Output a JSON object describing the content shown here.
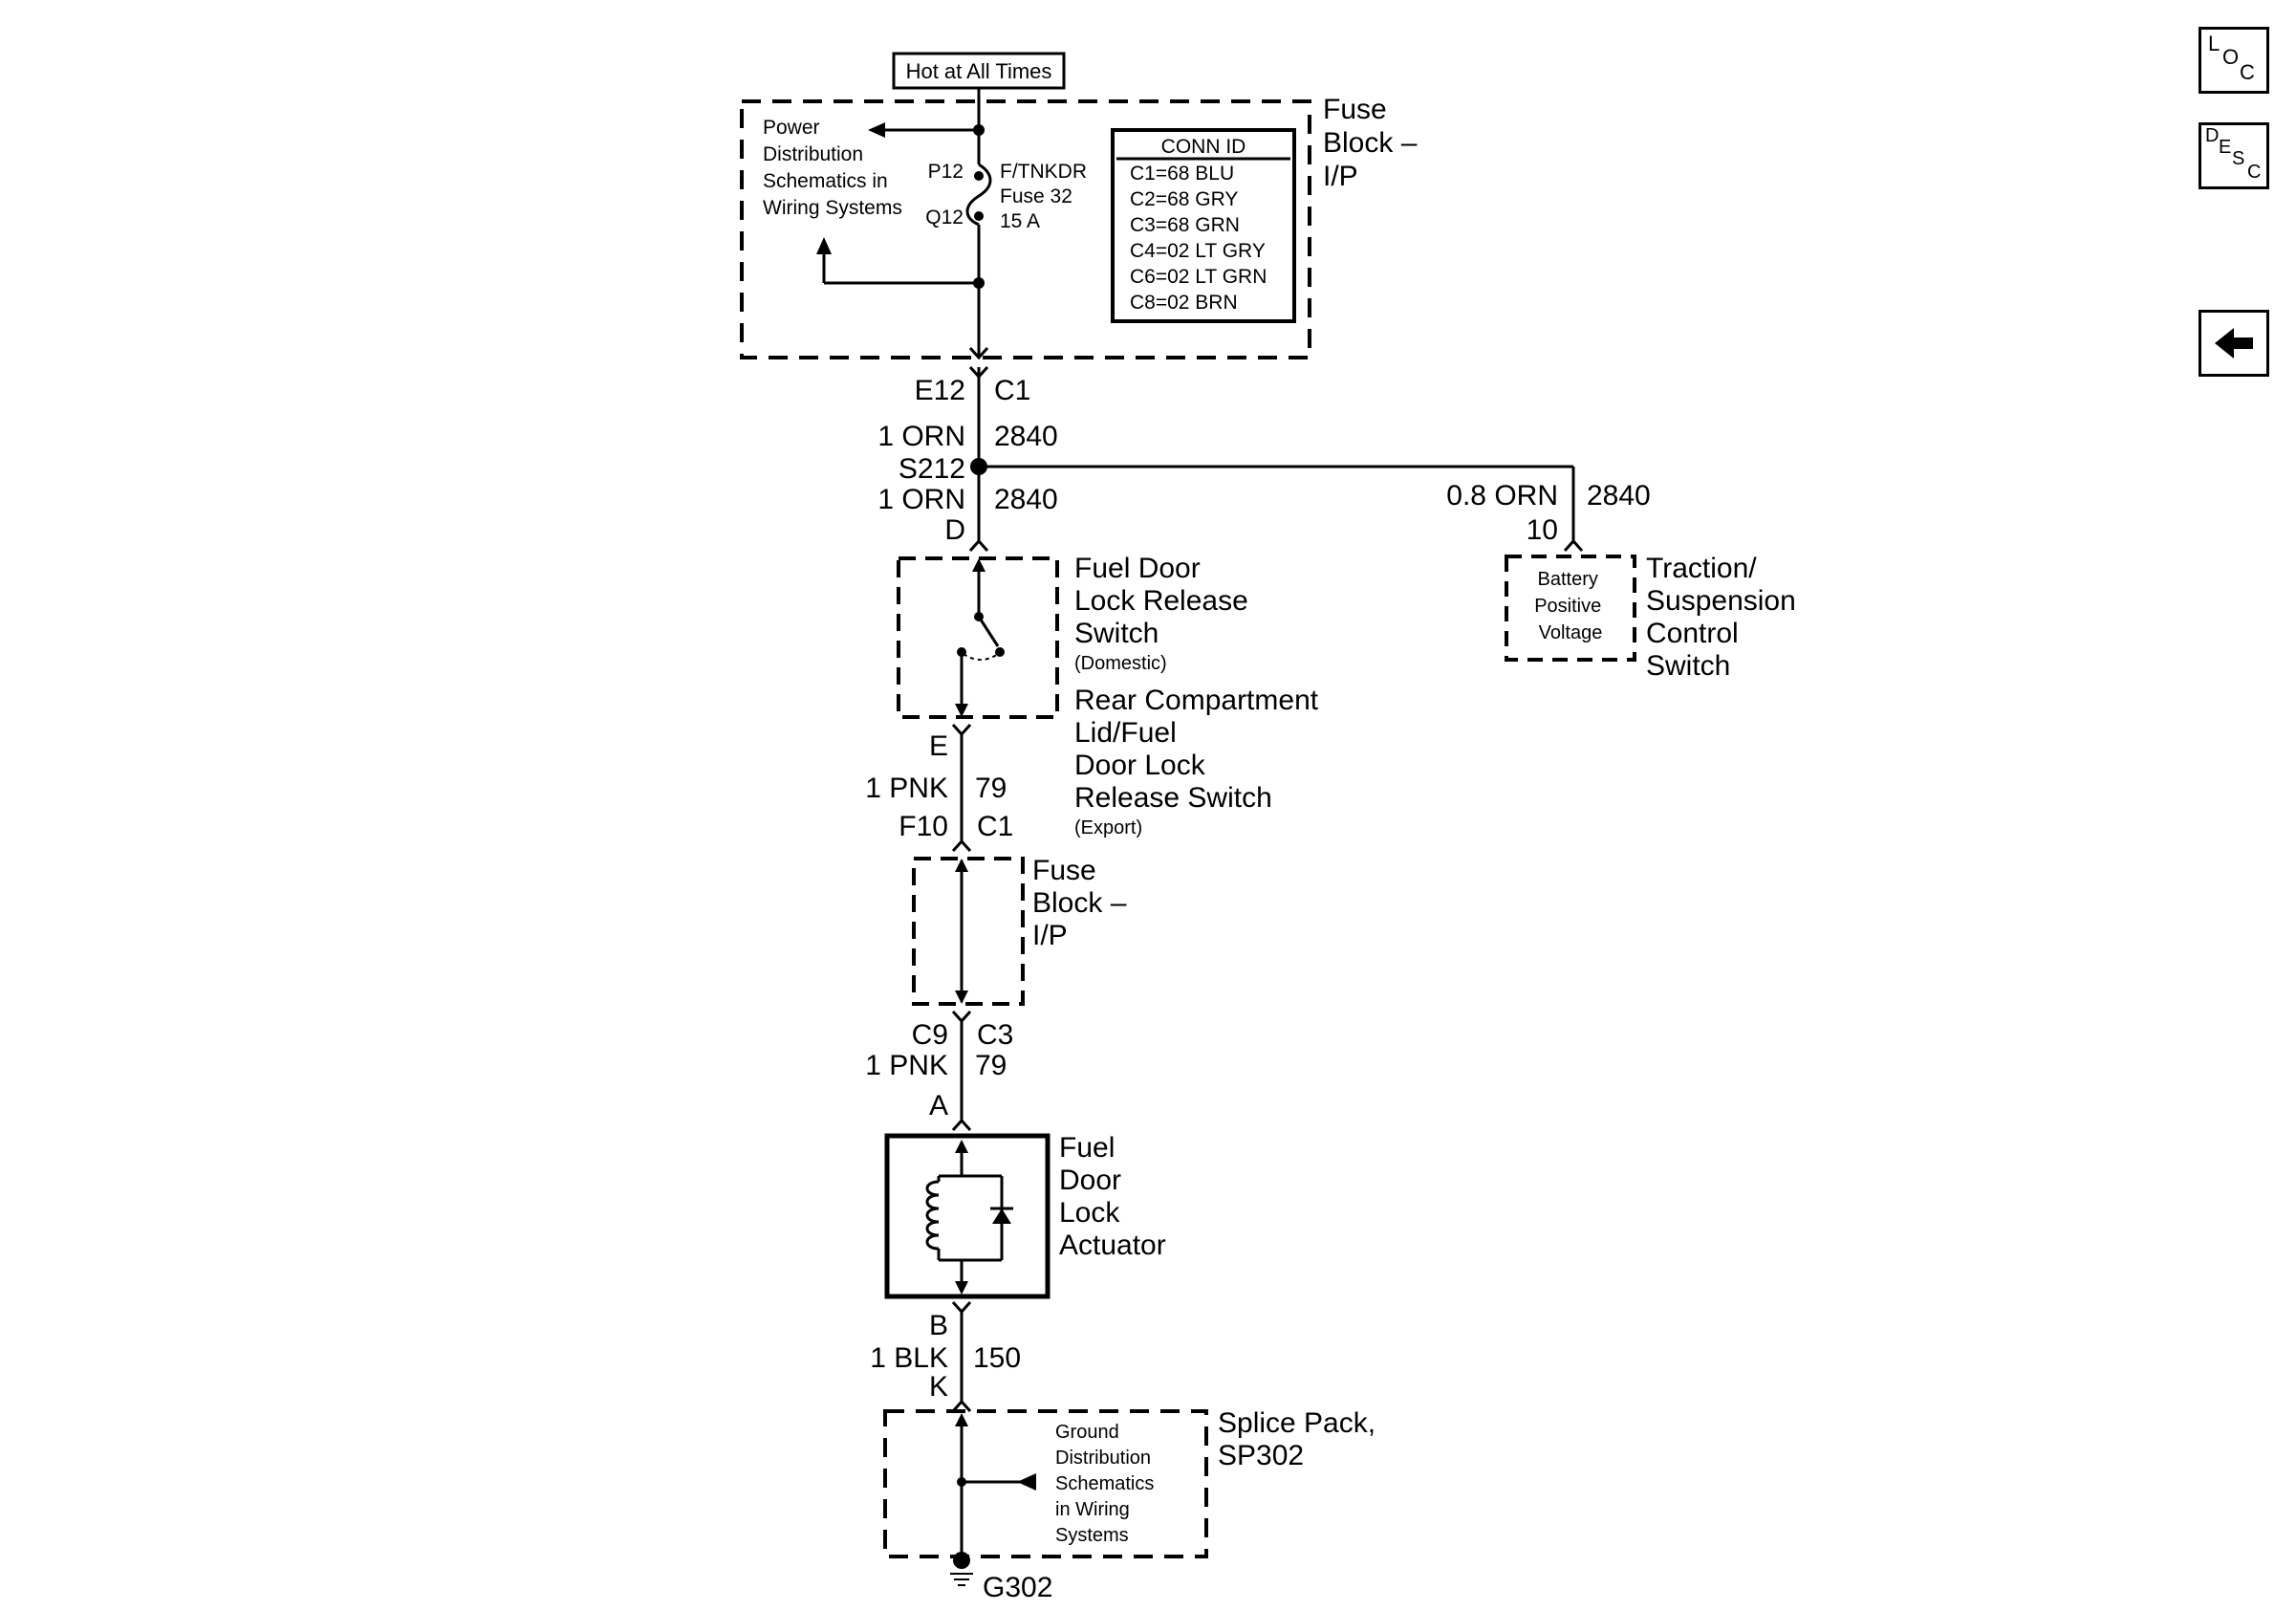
{
  "diagram": {
    "hot_label": "Hot at All Times",
    "fuse_block_top": {
      "title_lines": [
        "Fuse",
        "Block –",
        "I/P"
      ]
    },
    "power_dist_lines": [
      "Power",
      "Distribution",
      "Schematics in",
      "Wiring Systems"
    ],
    "fuse": {
      "pin_in": "P12",
      "pin_out": "Q12",
      "lines": [
        "F/TNKDR",
        "Fuse 32",
        "15 A"
      ]
    },
    "conn_id": {
      "title": "CONN ID",
      "rows": [
        "C1=68 BLU",
        "C2=68 GRY",
        "C3=68 GRN",
        "C4=02 LT GRY",
        "C6=02 LT GRN",
        "C8=02 BRN"
      ]
    },
    "wire1": {
      "pin": "E12",
      "conn": "C1",
      "wire": "1 ORN",
      "circuit": "2840"
    },
    "splice": {
      "id": "S212",
      "wire": "1 ORN",
      "circuit": "2840",
      "pin": "D"
    },
    "branch": {
      "wire": "0.8 ORN",
      "circuit": "2840",
      "pin": "10"
    },
    "tcs": {
      "box_lines": [
        "Battery",
        "Positive",
        "Voltage"
      ],
      "title_lines": [
        "Traction/",
        "Suspension",
        "Control",
        "Switch"
      ]
    },
    "fuel_switch": {
      "title_lines": [
        "Fuel Door",
        "Lock Release",
        "Switch"
      ],
      "sub1": "(Domestic)",
      "title2_lines": [
        "Rear Compartment",
        "Lid/Fuel",
        "Door Lock",
        "Release Switch"
      ],
      "sub2": "(Export)"
    },
    "wire2": {
      "pin_top": "E",
      "wire": "1 PNK",
      "circuit": "79",
      "pin_bottom": "F10",
      "conn": "C1"
    },
    "fuse_block_mid": {
      "title_lines": [
        "Fuse",
        "Block –",
        "I/P"
      ]
    },
    "wire3": {
      "pin_c9": "C9",
      "conn": "C3",
      "wire": "1 PNK",
      "circuit": "79",
      "pin": "A"
    },
    "actuator": {
      "title_lines": [
        "Fuel",
        "Door",
        "Lock",
        "Actuator"
      ]
    },
    "wire4": {
      "pin_top": "B",
      "wire": "1 BLK",
      "circuit": "150",
      "pin_bottom": "K"
    },
    "splice_pack": {
      "title_lines": [
        "Splice Pack,",
        "SP302"
      ],
      "ground_lines": [
        "Ground",
        "Distribution",
        "Schematics",
        "in Wiring",
        "Systems"
      ]
    },
    "ground": {
      "id": "G302"
    }
  },
  "nav": {
    "loc": {
      "a": "L",
      "b": "O",
      "c": "C"
    },
    "desc": {
      "a": "D",
      "b": "E",
      "c": "S",
      "d": "C"
    },
    "back_icon": "left-arrow-icon"
  }
}
